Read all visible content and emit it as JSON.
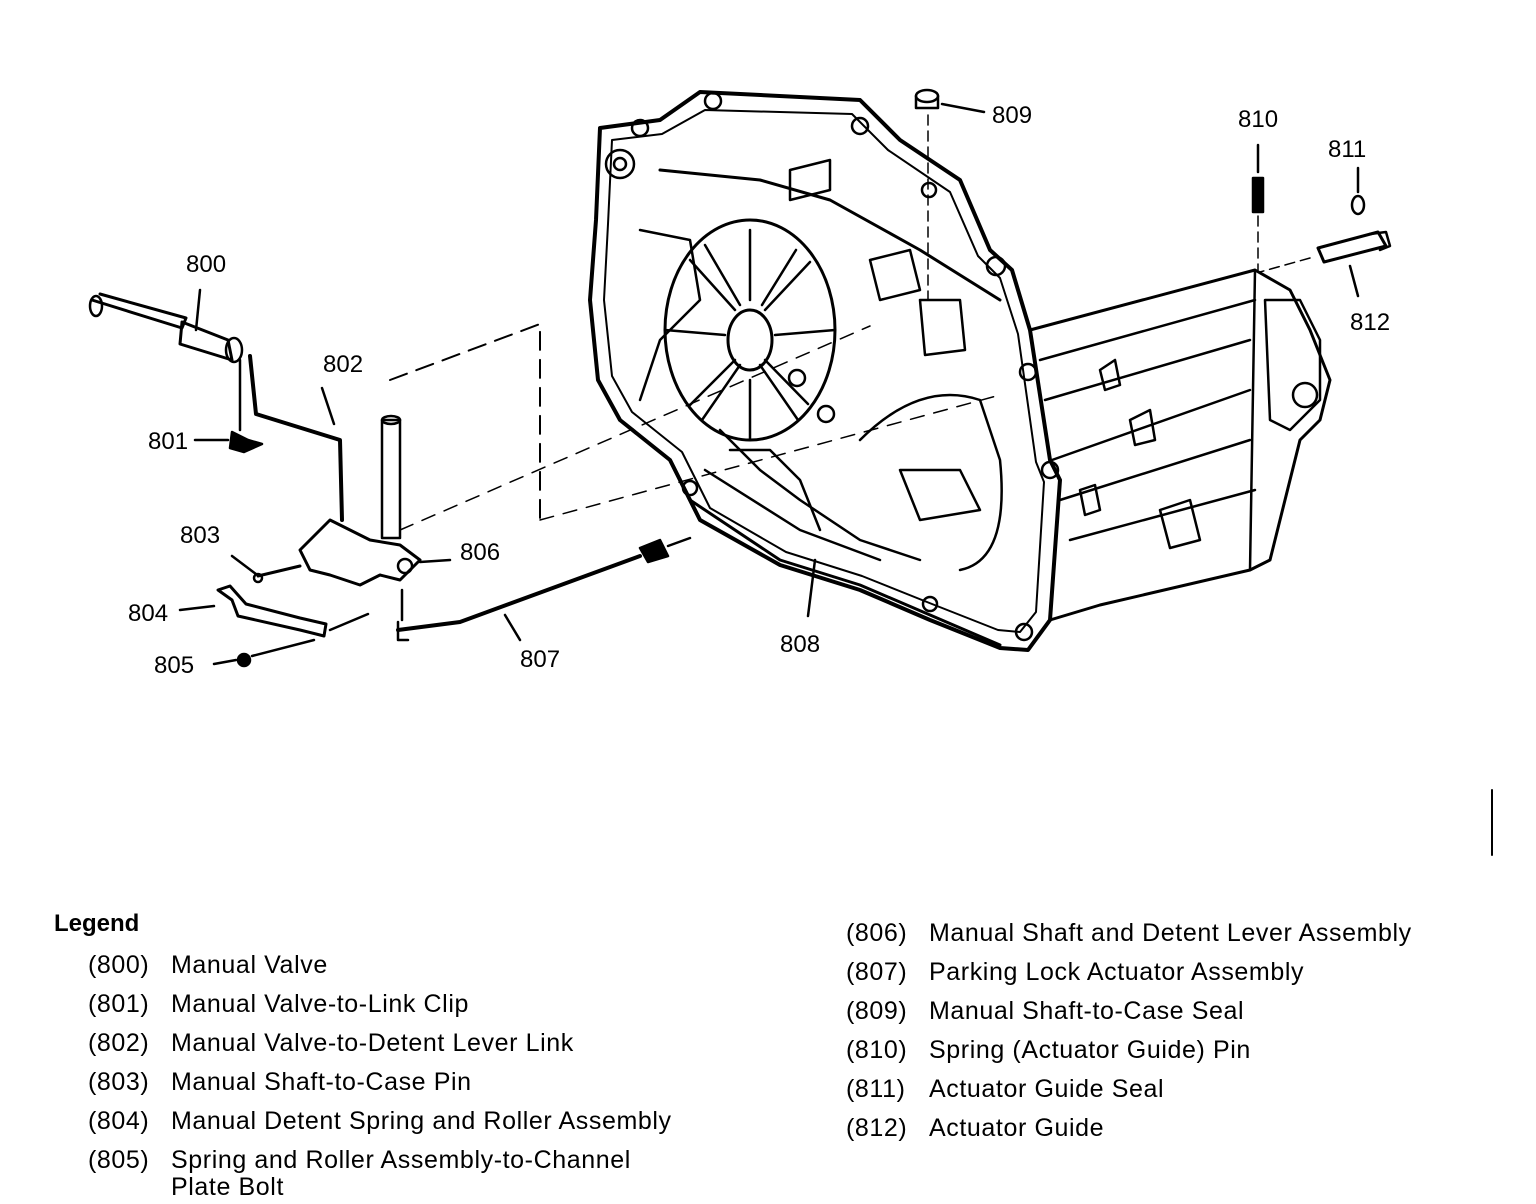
{
  "callouts": {
    "c800": "800",
    "c801": "801",
    "c802": "802",
    "c803": "803",
    "c804": "804",
    "c805": "805",
    "c806": "806",
    "c807": "807",
    "c808": "808",
    "c809": "809",
    "c810": "810",
    "c811": "811",
    "c812": "812"
  },
  "legend": {
    "title": "Legend",
    "items": [
      {
        "code": "(800)",
        "desc": "Manual Valve"
      },
      {
        "code": "(801)",
        "desc": "Manual Valve-to-Link Clip"
      },
      {
        "code": "(802)",
        "desc": "Manual Valve-to-Detent Lever Link"
      },
      {
        "code": "(803)",
        "desc": "Manual Shaft-to-Case Pin"
      },
      {
        "code": "(804)",
        "desc": "Manual Detent Spring and Roller Assembly"
      },
      {
        "code": "(805)",
        "desc": "Spring and Roller Assembly-to-Channel\nPlate Bolt"
      },
      {
        "code": "(806)",
        "desc": "Manual Shaft and Detent Lever Assembly"
      },
      {
        "code": "(807)",
        "desc": "Parking Lock Actuator Assembly"
      },
      {
        "code": "(809)",
        "desc": "Manual Shaft-to-Case Seal"
      },
      {
        "code": "(810)",
        "desc": "Spring (Actuator Guide) Pin"
      },
      {
        "code": "(811)",
        "desc": "Actuator Guide Seal"
      },
      {
        "code": "(812)",
        "desc": "Actuator Guide"
      }
    ]
  }
}
